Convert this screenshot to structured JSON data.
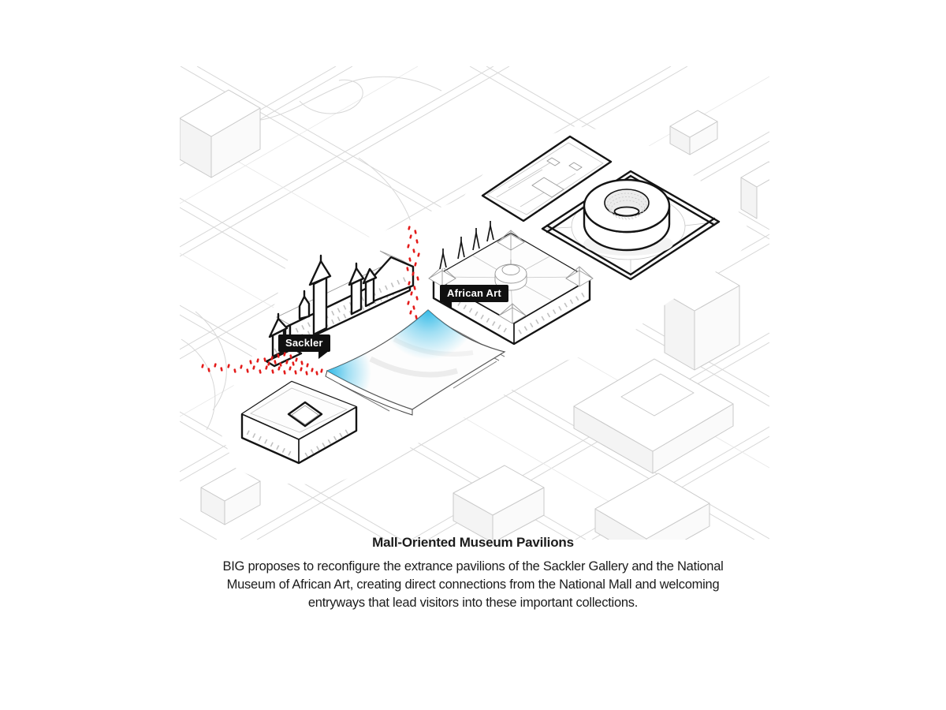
{
  "diagram": {
    "labels": {
      "sackler": "Sackler",
      "african_art": "African Art"
    }
  },
  "caption": {
    "title": "Mall-Oriented Museum Pavilions",
    "body_lines": [
      "BIG proposes to reconfigure the extrance pavilions of the Sackler Gallery and the National",
      "Museum of African Art, creating direct connections from the National Mall and welcoming",
      "entryways that lead visitors into these important collections."
    ]
  },
  "colors": {
    "canopy_cyan": "#2eb9e7",
    "path_red": "#e41b1a",
    "outline_black": "#141414"
  }
}
